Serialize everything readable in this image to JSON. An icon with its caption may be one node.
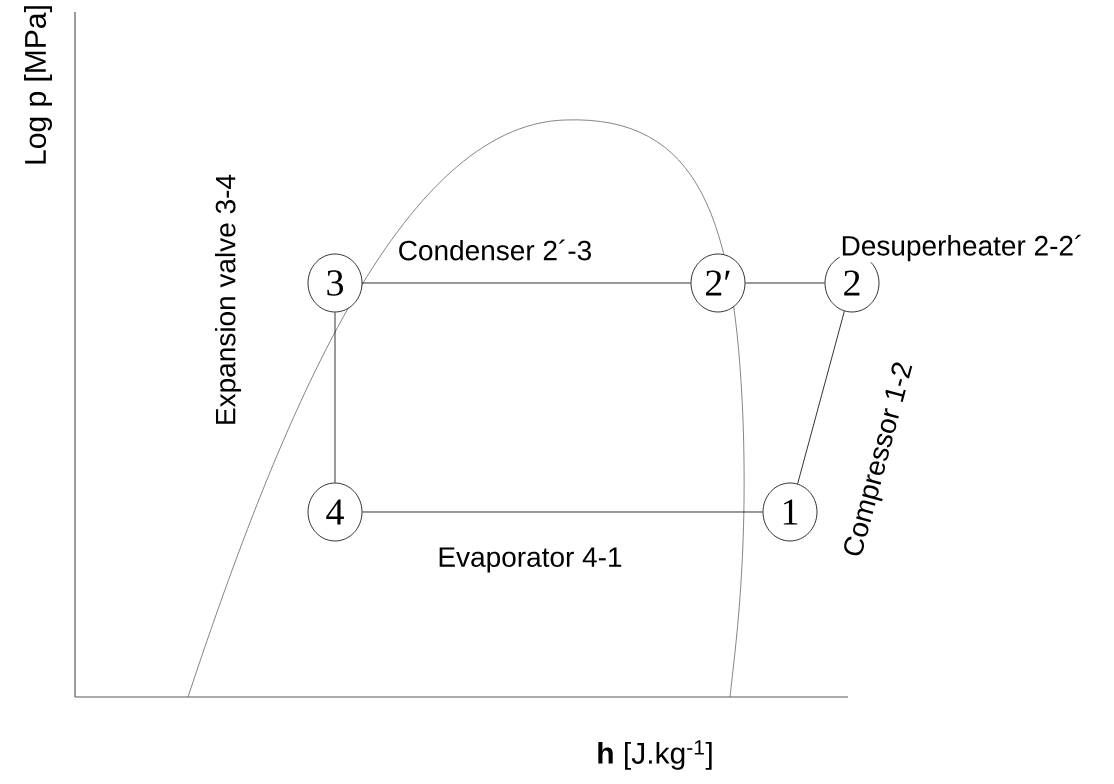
{
  "diagram": {
    "nodes": [
      {
        "text": [
          "3"
        ]
      },
      {
        "text": [
          "2′"
        ]
      },
      {
        "text": [
          "2"
        ]
      },
      {
        "text": [
          "4"
        ]
      },
      {
        "text": [
          "1"
        ]
      }
    ],
    "edges": [
      {
        "from": 0,
        "to": 1,
        "arrow": "none",
        "label": "Condenser 2´-3"
      },
      {
        "from": 1,
        "to": 2,
        "arrow": "none",
        "label": "Desuperheater 2-2´"
      },
      {
        "from": 4,
        "to": 2,
        "arrow": "none",
        "label": "Compressor 1-2"
      },
      {
        "from": 3,
        "to": 4,
        "arrow": "none",
        "label": "Evaporator 4-1"
      },
      {
        "from": 0,
        "to": 3,
        "arrow": "none",
        "label": "Expansion valve 3-4"
      }
    ],
    "labels": [
      "Log p [MPa]",
      "**h** [J.kg$^{-1}$]"
    ]
  }
}
